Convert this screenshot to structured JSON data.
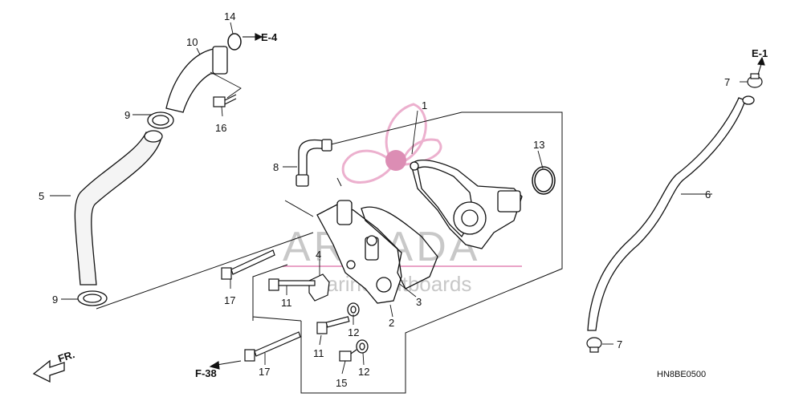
{
  "labels": {
    "p1": "1",
    "p2": "2",
    "p3": "3",
    "p4": "4",
    "p5": "5",
    "p6": "6",
    "p7a": "7",
    "p7b": "7",
    "p8": "8",
    "p9a": "9",
    "p9b": "9",
    "p10": "10",
    "p11a": "11",
    "p11b": "11",
    "p12a": "12",
    "p12b": "12",
    "p13": "13",
    "p14": "14",
    "p15": "15",
    "p16": "16",
    "p17a": "17",
    "p17b": "17"
  },
  "refs": {
    "e4": "E-4",
    "e1": "E-1",
    "f38": "F-38",
    "fr": "FR."
  },
  "diagram_code": "HN8BE0500",
  "watermark": {
    "brand": "ARMADA",
    "tagline": "marine outboards"
  },
  "colors": {
    "line": "#111111",
    "logo_pink": "#e9a3c6",
    "logo_dark": "#d77aa8",
    "watermark": "#c8c8c8"
  }
}
